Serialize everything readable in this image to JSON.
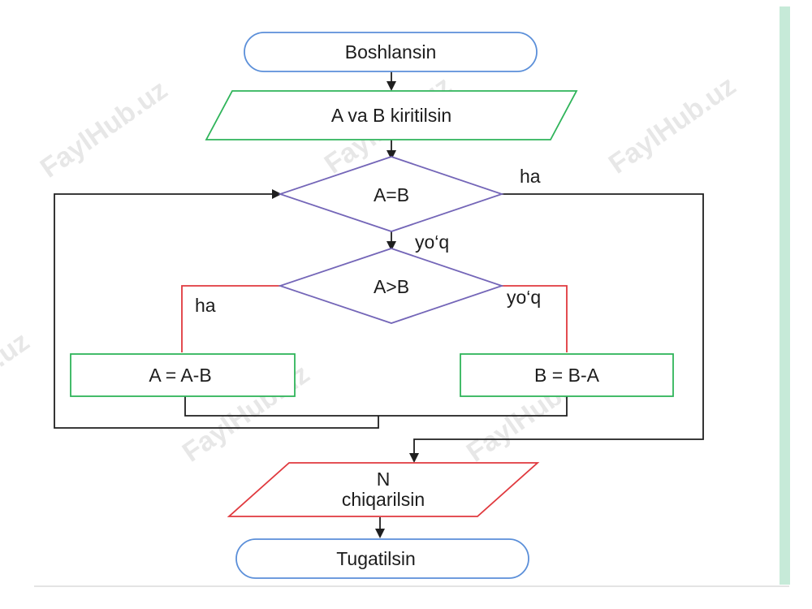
{
  "diagram": {
    "start": "Boshlansin",
    "input": "A va B kiritilsin",
    "decision_equal": "A=B",
    "decision_greater": "A>B",
    "assign_a": "A = A-B",
    "assign_b": "B = B-A",
    "output_line1": "N",
    "output_line2": "chiqarilsin",
    "end": "Tugatilsin",
    "yes_equal": "ha",
    "no_equal": "yo‘q",
    "yes_greater": "ha",
    "no_greater": "yo‘q"
  },
  "watermark": "FaylHub.uz",
  "colors": {
    "terminal_border": "#5b8fd9",
    "io_border_green": "#2fb45a",
    "io_border_red": "#e0393e",
    "decision_border": "#7466b8",
    "process_border": "#2fb45a",
    "branch_line_red": "#e0393e",
    "connector": "#1f1f1f",
    "side_strip": "#c6ead8"
  }
}
